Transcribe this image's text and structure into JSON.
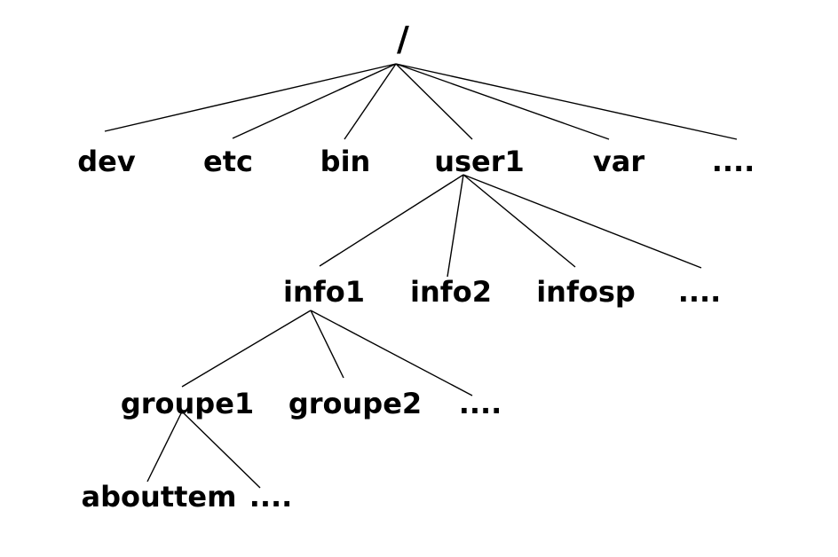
{
  "tree": {
    "root": "/",
    "level1": {
      "dev": "dev",
      "etc": "etc",
      "bin": "bin",
      "user1": "user1",
      "var": "var",
      "more": "...."
    },
    "user1_children": {
      "info1": "info1",
      "info2": "info2",
      "infosp": "infosp",
      "more": "...."
    },
    "info1_children": {
      "groupe1": "groupe1",
      "groupe2": "groupe2",
      "more": "...."
    },
    "groupe1_children": {
      "abouttem": "abouttem",
      "more": "...."
    }
  },
  "colors": {
    "line": "#000000",
    "text": "#000000",
    "background": "#ffffff"
  }
}
